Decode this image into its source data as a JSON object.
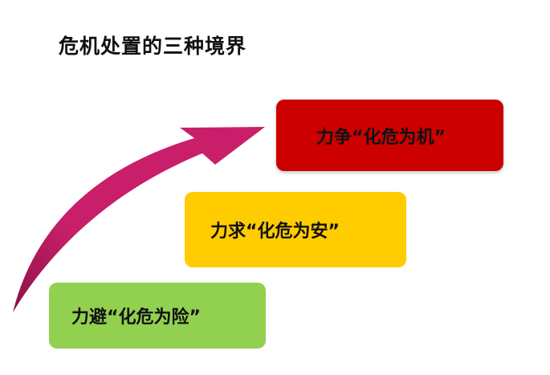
{
  "title": "危机处置的三种境界",
  "steps": {
    "top": {
      "label": "力争“化危为机”",
      "color": "#cc0000"
    },
    "middle": {
      "label": "力求“化危为安”",
      "color": "#ffcc00"
    },
    "bottom": {
      "label": "力避“化危为险”",
      "color": "#92d050"
    }
  },
  "arrow": {
    "color": "#c91f6a",
    "dark_color": "#8a1446"
  }
}
